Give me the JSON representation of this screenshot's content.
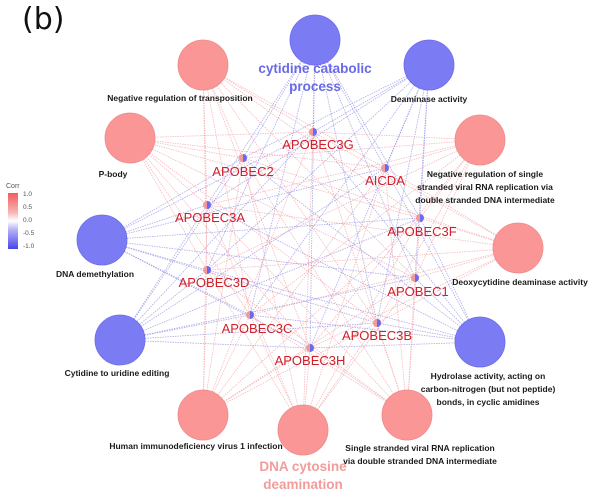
{
  "panel_label": "(b)",
  "legend": {
    "title": "Corr",
    "ticks": [
      "1.0",
      "0.5",
      "0.0",
      "-0.5",
      "-1.0"
    ],
    "colors": {
      "positive": "#f25c5c",
      "zero": "#ffffff",
      "negative": "#4a44ea"
    }
  },
  "colors": {
    "positive_node": "#fa9696",
    "negative_node": "#7b7bf4",
    "positive_edge": "#f2a3a8",
    "negative_edge": "#8f8fe6",
    "gene_label": "#d0202a",
    "cluster_blue": "#6a6ae8",
    "cluster_pink": "#f29c9c"
  },
  "clusters": [
    {
      "id": "cytidine",
      "label_line1": "cytidine catabolic",
      "label_line2": "process",
      "color": "blue"
    },
    {
      "id": "dnacyt",
      "label_line1": "DNA cytosine",
      "label_line2": "deamination",
      "color": "pink"
    }
  ],
  "terms": [
    {
      "id": "t_cytcat",
      "label": [],
      "corr": "negative"
    },
    {
      "id": "t_negtrans",
      "label": [
        "Negative regulation of transposition"
      ],
      "corr": "positive"
    },
    {
      "id": "t_deam",
      "label": [
        "Deaminase activity"
      ],
      "corr": "negative"
    },
    {
      "id": "t_pbody",
      "label": [
        "P-body"
      ],
      "corr": "positive"
    },
    {
      "id": "t_negss",
      "label": [
        "Negative regulation of single",
        "stranded viral RNA replication via",
        "double stranded DNA intermediate"
      ],
      "corr": "positive"
    },
    {
      "id": "t_dnademeth",
      "label": [
        "DNA demethylation"
      ],
      "corr": "negative"
    },
    {
      "id": "t_deoxy",
      "label": [
        "Deoxycytidine deaminase activity"
      ],
      "corr": "positive"
    },
    {
      "id": "t_cyturi",
      "label": [
        "Cytidine to uridine editing"
      ],
      "corr": "negative"
    },
    {
      "id": "t_hydro",
      "label": [
        "Hydrolase activity, acting on",
        "carbon-nitrogen (but not peptide)",
        "bonds, in cyclic amidines"
      ],
      "corr": "negative"
    },
    {
      "id": "t_hiv",
      "label": [
        "Human immunodeficiency virus 1 infection"
      ],
      "corr": "positive"
    },
    {
      "id": "t_dnacyt",
      "label": [],
      "corr": "positive"
    },
    {
      "id": "t_ssviral",
      "label": [
        "Single stranded viral RNA replication",
        "via double stranded DNA intermediate"
      ],
      "corr": "positive"
    }
  ],
  "genes": [
    {
      "id": "APOBEC3G",
      "label": "APOBEC3G"
    },
    {
      "id": "APOBEC2",
      "label": "APOBEC2"
    },
    {
      "id": "AICDA",
      "label": "AICDA"
    },
    {
      "id": "APOBEC3A",
      "label": "APOBEC3A"
    },
    {
      "id": "APOBEC3F",
      "label": "APOBEC3F"
    },
    {
      "id": "APOBEC3D",
      "label": "APOBEC3D"
    },
    {
      "id": "APOBEC1",
      "label": "APOBEC1"
    },
    {
      "id": "APOBEC3C",
      "label": "APOBEC3C"
    },
    {
      "id": "APOBEC3B",
      "label": "APOBEC3B"
    },
    {
      "id": "APOBEC3H",
      "label": "APOBEC3H"
    }
  ]
}
